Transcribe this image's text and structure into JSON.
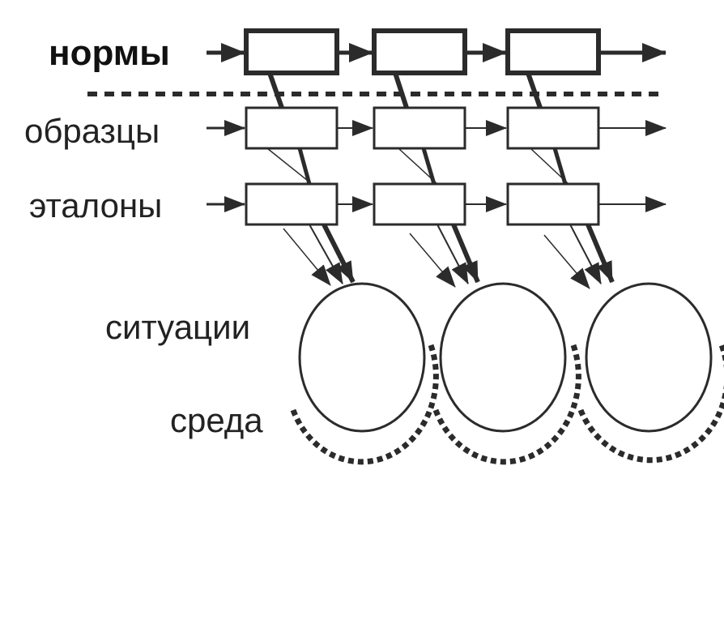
{
  "labels": {
    "norms": "нормы",
    "samples": "образцы",
    "standards": "эталоны",
    "situations": "ситуации",
    "environment": "среда"
  },
  "colors": {
    "stroke": "#2b2b2b",
    "background": "#ffffff"
  }
}
